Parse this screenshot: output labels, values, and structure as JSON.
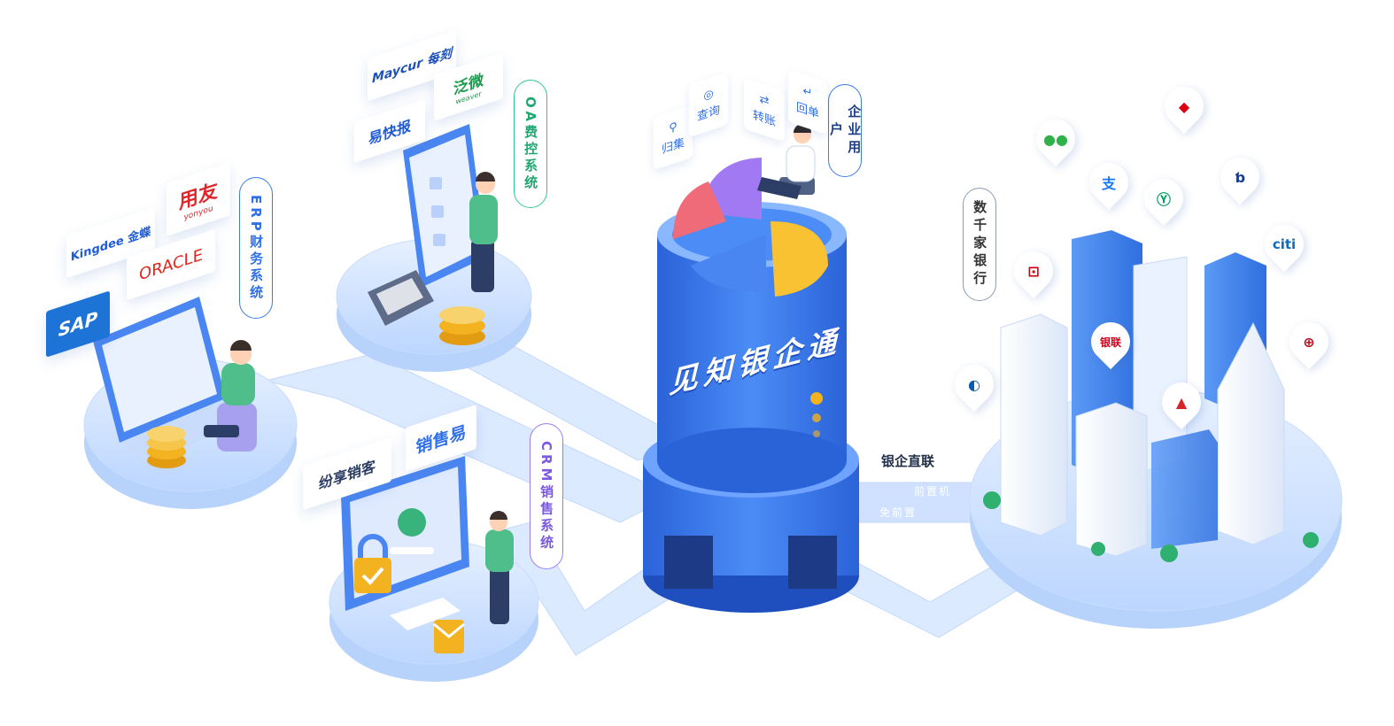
{
  "center": {
    "title": "见知银企通"
  },
  "systems": {
    "erp": {
      "label": "ERP财务系统",
      "logos": [
        "Kingdee 金蝶",
        "用友",
        "yonyou",
        "ORACLE",
        "SAP"
      ]
    },
    "oa": {
      "label": "OA费控系统",
      "logos": [
        "Maycur 每刻",
        "泛微",
        "weaver",
        "易快报"
      ]
    },
    "crm": {
      "label": "CRM销售系统",
      "logos": [
        "纷享销客",
        "销售易"
      ]
    }
  },
  "enterprise_user": {
    "label": "企业用户",
    "actions": [
      {
        "label": "归集",
        "icon": "collect-icon",
        "glyph": "⚲"
      },
      {
        "label": "查询",
        "icon": "search-icon",
        "glyph": "◎"
      },
      {
        "label": "转账",
        "icon": "transfer-icon",
        "glyph": "⇄"
      },
      {
        "label": "回单",
        "icon": "receipt-icon",
        "glyph": "↵"
      }
    ]
  },
  "banks": {
    "label": "数千家银行",
    "connection": {
      "title": "银企直联",
      "options": [
        "前置机",
        "免前置"
      ]
    },
    "pins": [
      {
        "name": "wechat-pay-icon",
        "color": "#2fb24c"
      },
      {
        "name": "hsbc-icon",
        "color": "#db0011"
      },
      {
        "name": "alipay-icon",
        "color": "#1677ff"
      },
      {
        "name": "abc-bank-icon",
        "color": "#009a61"
      },
      {
        "name": "bocom-icon",
        "color": "#1a3d8f"
      },
      {
        "name": "icbc-icon",
        "color": "#c7000b"
      },
      {
        "name": "citi-icon",
        "color": "#0f6cbd"
      },
      {
        "name": "unionpay-icon",
        "color": "#d0021b"
      },
      {
        "name": "boc-icon",
        "color": "#b70c1b"
      },
      {
        "name": "ccb-icon",
        "color": "#0a5bb5"
      },
      {
        "name": "cmbc-icon",
        "color": "#d4252b"
      }
    ],
    "pin_texts": {
      "citi": "citi",
      "alipay": "支",
      "unionpay": "银联"
    }
  },
  "colors": {
    "primary": "#3a7bf0",
    "light": "#cfe2ff",
    "erp_border": "#3a7bf0",
    "oa_border": "#34c58f",
    "crm_border": "#9b7cf0",
    "coin": "#f3b21f"
  }
}
